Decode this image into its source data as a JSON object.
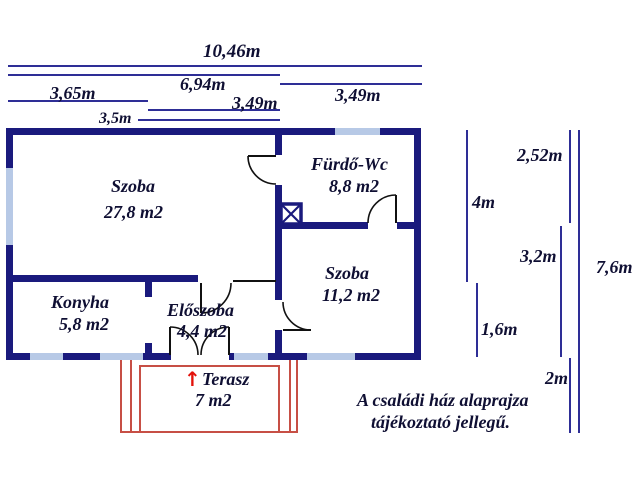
{
  "title_note": {
    "line1": "A családi ház alaprajza",
    "line2": "tájékoztató jellegű."
  },
  "rooms": [
    {
      "name": "Szoba",
      "area": "27,8 m2"
    },
    {
      "name": "Fürdő-Wc",
      "area": "8,8 m2"
    },
    {
      "name": "Szoba",
      "area": "11,2 m2"
    },
    {
      "name": "Konyha",
      "area": "5,8 m2"
    },
    {
      "name": "Előszoba",
      "area": "4,4 m2"
    },
    {
      "name": "Terasz",
      "area": "7 m2"
    }
  ],
  "dims_top": [
    "10,46m",
    "6,94m",
    "3,49m",
    "3,65m",
    "3,49m",
    "3,5m"
  ],
  "dims_right": [
    "2,52m",
    "4m",
    "3,2m",
    "7,6m",
    "1,6m",
    "2m"
  ],
  "icons": {
    "north_arrow": "↑",
    "chimney_box": "crossed-square",
    "window_fill": "light-blue-band"
  },
  "colors": {
    "wall": "#1a1a7d",
    "window": "#b7c9e6",
    "dimension_line": "#2e2e96",
    "text": "#0f0f33",
    "terrace_red": "#c74f45",
    "arrow_red": "#e3120b"
  }
}
